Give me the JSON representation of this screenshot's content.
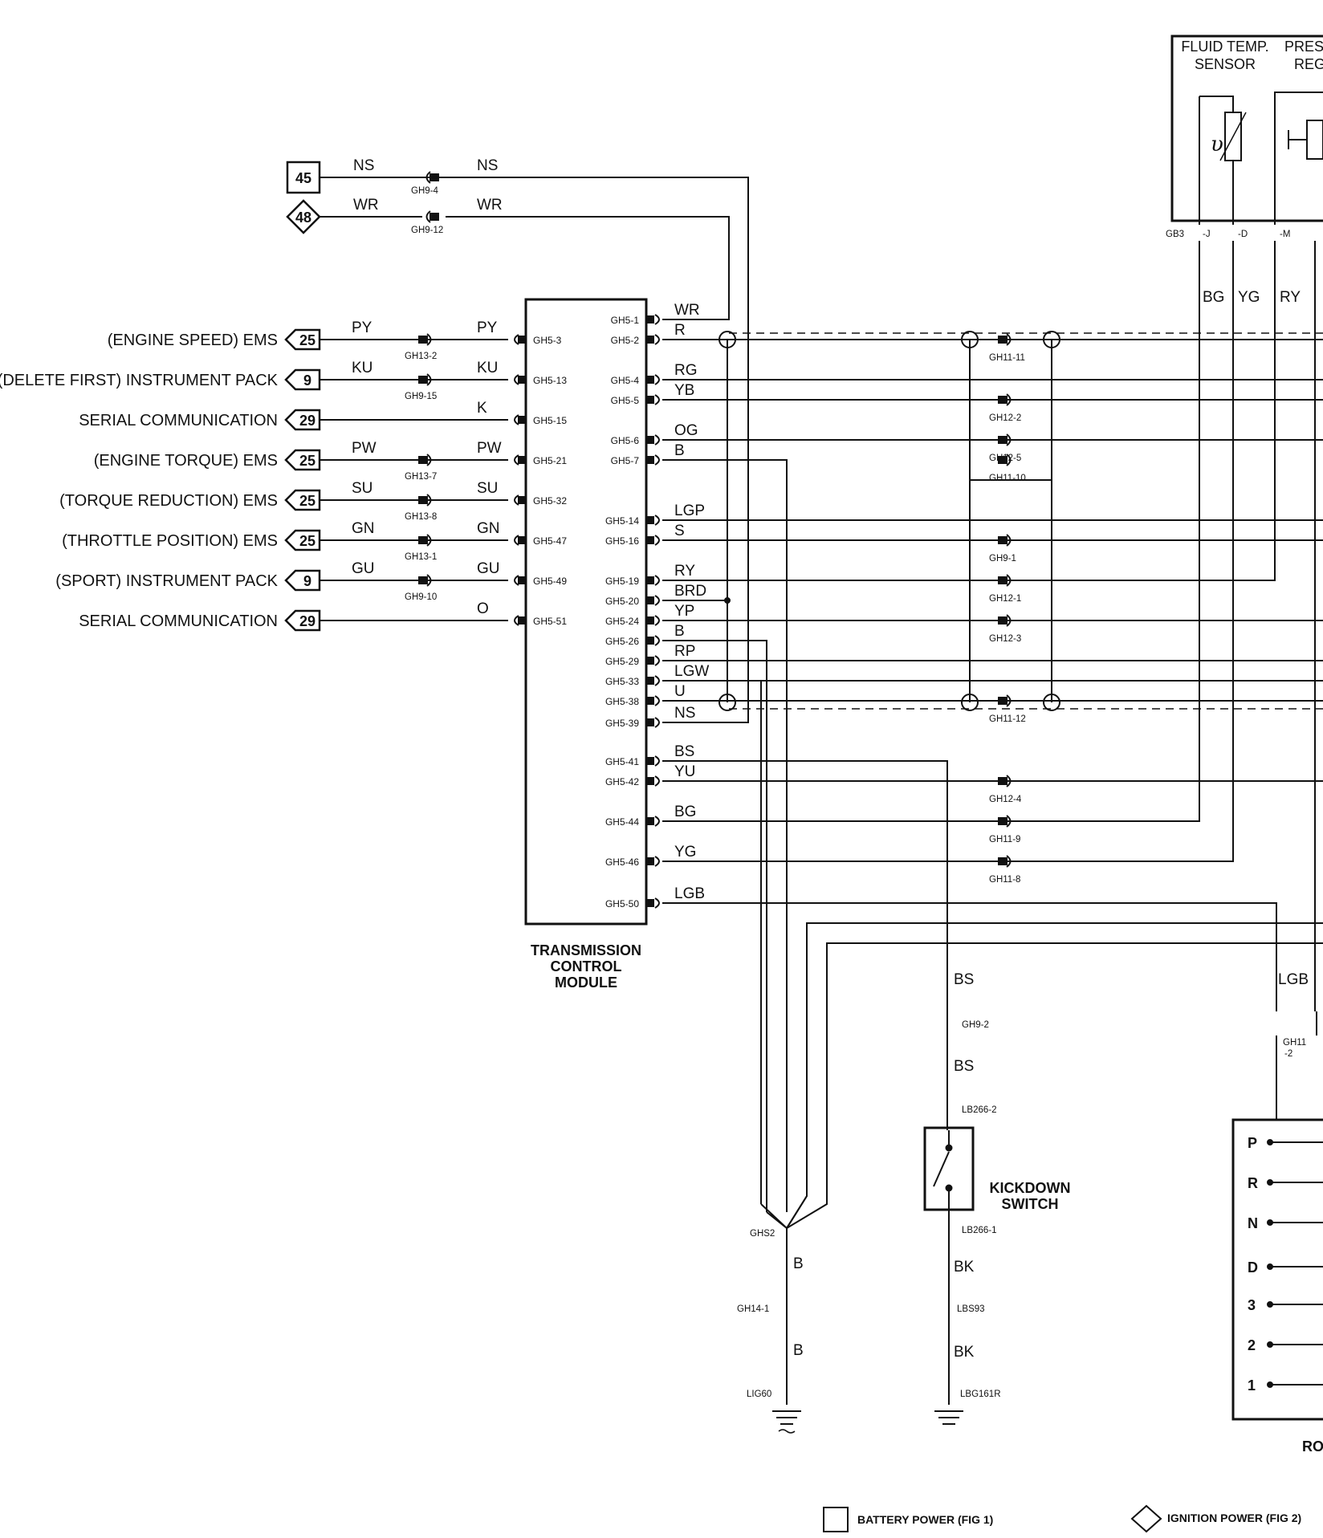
{
  "inputs": [
    {
      "label": "(ENGINE SPEED) EMS",
      "ref": "25",
      "wire_left": "PY",
      "splice": "GH13-2",
      "wire_right": "PY",
      "pin": "GH5-3",
      "has_splice": true
    },
    {
      "label": "(DELETE FIRST) INSTRUMENT PACK",
      "ref": "9",
      "wire_left": "KU",
      "splice": "GH9-15",
      "wire_right": "KU",
      "pin": "GH5-13",
      "has_splice": true
    },
    {
      "label": "SERIAL COMMUNICATION",
      "ref": "29",
      "wire_left": "",
      "splice": "",
      "wire_right": "K",
      "pin": "GH5-15",
      "has_splice": false
    },
    {
      "label": "(ENGINE TORQUE) EMS",
      "ref": "25",
      "wire_left": "PW",
      "splice": "GH13-7",
      "wire_right": "PW",
      "pin": "GH5-21",
      "has_splice": true
    },
    {
      "label": "(TORQUE REDUCTION) EMS",
      "ref": "25",
      "wire_left": "SU",
      "splice": "GH13-8",
      "wire_right": "SU",
      "pin": "GH5-32",
      "has_splice": true
    },
    {
      "label": "(THROTTLE POSITION) EMS",
      "ref": "25",
      "wire_left": "GN",
      "splice": "GH13-1",
      "wire_right": "GN",
      "pin": "GH5-47",
      "has_splice": true
    },
    {
      "label": "(SPORT) INSTRUMENT PACK",
      "ref": "9",
      "wire_left": "GU",
      "splice": "GH9-10",
      "wire_right": "GU",
      "pin": "GH5-49",
      "has_splice": true
    },
    {
      "label": "SERIAL COMMUNICATION",
      "ref": "29",
      "wire_left": "",
      "splice": "",
      "wire_right": "O",
      "pin": "GH5-51",
      "has_splice": false
    }
  ],
  "power_feeds": [
    {
      "ref": "45",
      "wire_left": "NS",
      "splice": "GH9-4",
      "wire_right": "NS"
    },
    {
      "ref": "48",
      "wire_left": "WR",
      "splice": "GH9-12",
      "wire_right": "WR"
    }
  ],
  "outputs": [
    {
      "pin": "GH5-1",
      "wire": "WR",
      "splice": ""
    },
    {
      "pin": "GH5-2",
      "wire": "R",
      "splice": "GH11-11"
    },
    {
      "pin": "GH5-4",
      "wire": "RG",
      "splice": ""
    },
    {
      "pin": "GH5-5",
      "wire": "YB",
      "splice": "GH12-2"
    },
    {
      "pin": "GH5-6",
      "wire": "OG",
      "splice": "GH12-5"
    },
    {
      "pin": "GH5-7",
      "wire": "B",
      "splice": "GH11-10"
    },
    {
      "pin": "GH5-14",
      "wire": "LGP",
      "splice": ""
    },
    {
      "pin": "GH5-16",
      "wire": "S",
      "splice": "GH9-1"
    },
    {
      "pin": "GH5-19",
      "wire": "RY",
      "splice": "GH12-1"
    },
    {
      "pin": "GH5-20",
      "wire": "BRD",
      "splice": ""
    },
    {
      "pin": "GH5-24",
      "wire": "YP",
      "splice": "GH12-3"
    },
    {
      "pin": "GH5-26",
      "wire": "B",
      "splice": ""
    },
    {
      "pin": "GH5-29",
      "wire": "RP",
      "splice": ""
    },
    {
      "pin": "GH5-33",
      "wire": "LGW",
      "splice": ""
    },
    {
      "pin": "GH5-38",
      "wire": "U",
      "splice": "GH11-12"
    },
    {
      "pin": "GH5-39",
      "wire": "NS",
      "splice": ""
    },
    {
      "pin": "GH5-41",
      "wire": "BS",
      "splice": ""
    },
    {
      "pin": "GH5-42",
      "wire": "YU",
      "splice": "GH12-4"
    },
    {
      "pin": "GH5-44",
      "wire": "BG",
      "splice": "GH11-9"
    },
    {
      "pin": "GH5-46",
      "wire": "YG",
      "splice": "GH11-8"
    },
    {
      "pin": "GH5-50",
      "wire": "LGB",
      "splice": ""
    }
  ],
  "tcm_title": [
    "TRANSMISSION",
    "CONTROL",
    "MODULE"
  ],
  "sensor": {
    "title1": "FLUID TEMP.",
    "title2": "SENSOR",
    "title3a": "PRES",
    "title3b": "REG",
    "connector": "GB3",
    "pins": [
      "-J",
      "-D",
      "-M"
    ],
    "wires": [
      "BG",
      "YG",
      "RY"
    ]
  },
  "ground_left": {
    "splice": "GHS2",
    "wire1": "B",
    "conn": "GH14-1",
    "wire2": "B",
    "ground": "LIG60"
  },
  "kickdown": {
    "wire1": "BS",
    "conn1": "GH9-2",
    "wire2": "BS",
    "conn2": "LB266-2",
    "title1": "KICKDOWN",
    "title2": "SWITCH",
    "conn3": "LB266-1",
    "wire3": "BK",
    "splice": "LBS93",
    "wire4": "BK",
    "ground": "LBG161R"
  },
  "selector": {
    "wire": "LGB",
    "conn_a": "GH11",
    "conn_b": "-2",
    "positions": [
      "P",
      "R",
      "N",
      "D",
      "3",
      "2",
      "1"
    ],
    "caption": "RO"
  },
  "legend": {
    "battery": "BATTERY POWER (FIG 1)",
    "ignition": "IGNITION POWER (FIG 2)"
  }
}
